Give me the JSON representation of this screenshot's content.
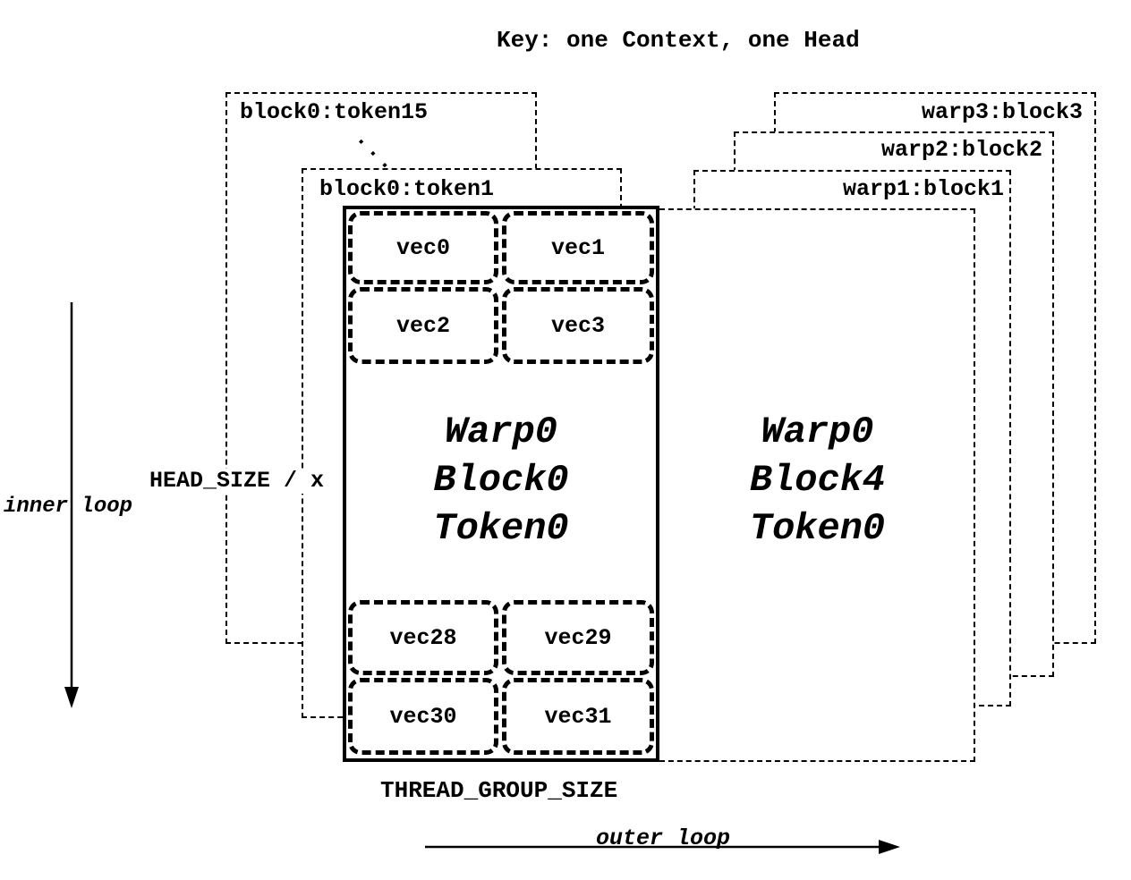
{
  "title": "Key: one Context, one Head",
  "left_stack": {
    "back_box_label": "block0:token15",
    "dots": "···",
    "front_box_label": "block0:token1"
  },
  "right_stack": {
    "labels": [
      "warp1:block1",
      "warp2:block2",
      "warp3:block3"
    ]
  },
  "main_block": {
    "lines": [
      "Warp0",
      "Block0",
      "Token0"
    ],
    "top_vecs": [
      "vec0",
      "vec1",
      "vec2",
      "vec3"
    ],
    "bottom_vecs": [
      "vec28",
      "vec29",
      "vec30",
      "vec31"
    ]
  },
  "right_block": {
    "lines": [
      "Warp0",
      "Block4",
      "Token0"
    ]
  },
  "annotations": {
    "head_size": "HEAD_SIZE / x",
    "inner_loop": "inner loop",
    "thread_group_size": "THREAD_GROUP_SIZE",
    "outer_loop": "outer loop"
  }
}
